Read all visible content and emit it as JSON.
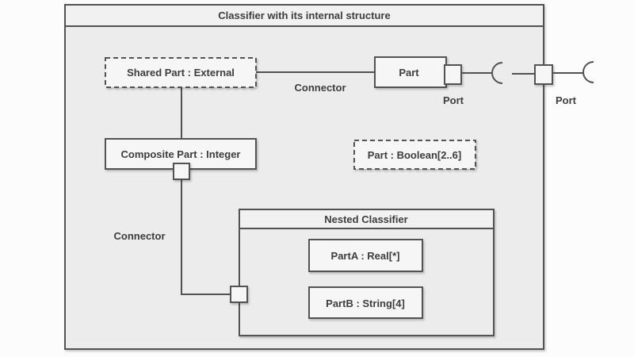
{
  "diagram": {
    "title": "Classifier with its internal structure",
    "nodes": {
      "shared_part": {
        "label": "Shared Part : External"
      },
      "part": {
        "label": "Part"
      },
      "composite_part": {
        "label": "Composite Part : Integer"
      },
      "boolean_part": {
        "label": "Part : Boolean[2..6]"
      },
      "nested_classifier": {
        "title": "Nested Classifier"
      },
      "part_a": {
        "label": "PartA : Real[*]"
      },
      "part_b": {
        "label": "PartB : String[4]"
      }
    },
    "labels": {
      "connector_top": "Connector",
      "connector_left": "Connector",
      "port_inner": "Port",
      "port_boundary": "Port"
    },
    "icons": {
      "socket_inner": "required-interface-socket-icon",
      "socket_external": "required-interface-socket-icon"
    },
    "colors": {
      "stroke": "#525252",
      "text": "#3d3d3d",
      "canvas_fill": "#ececec",
      "header_fill": "#f1f1f1",
      "node_fill": "#f6f6f6",
      "page_bg": "#fcfcfc"
    }
  }
}
